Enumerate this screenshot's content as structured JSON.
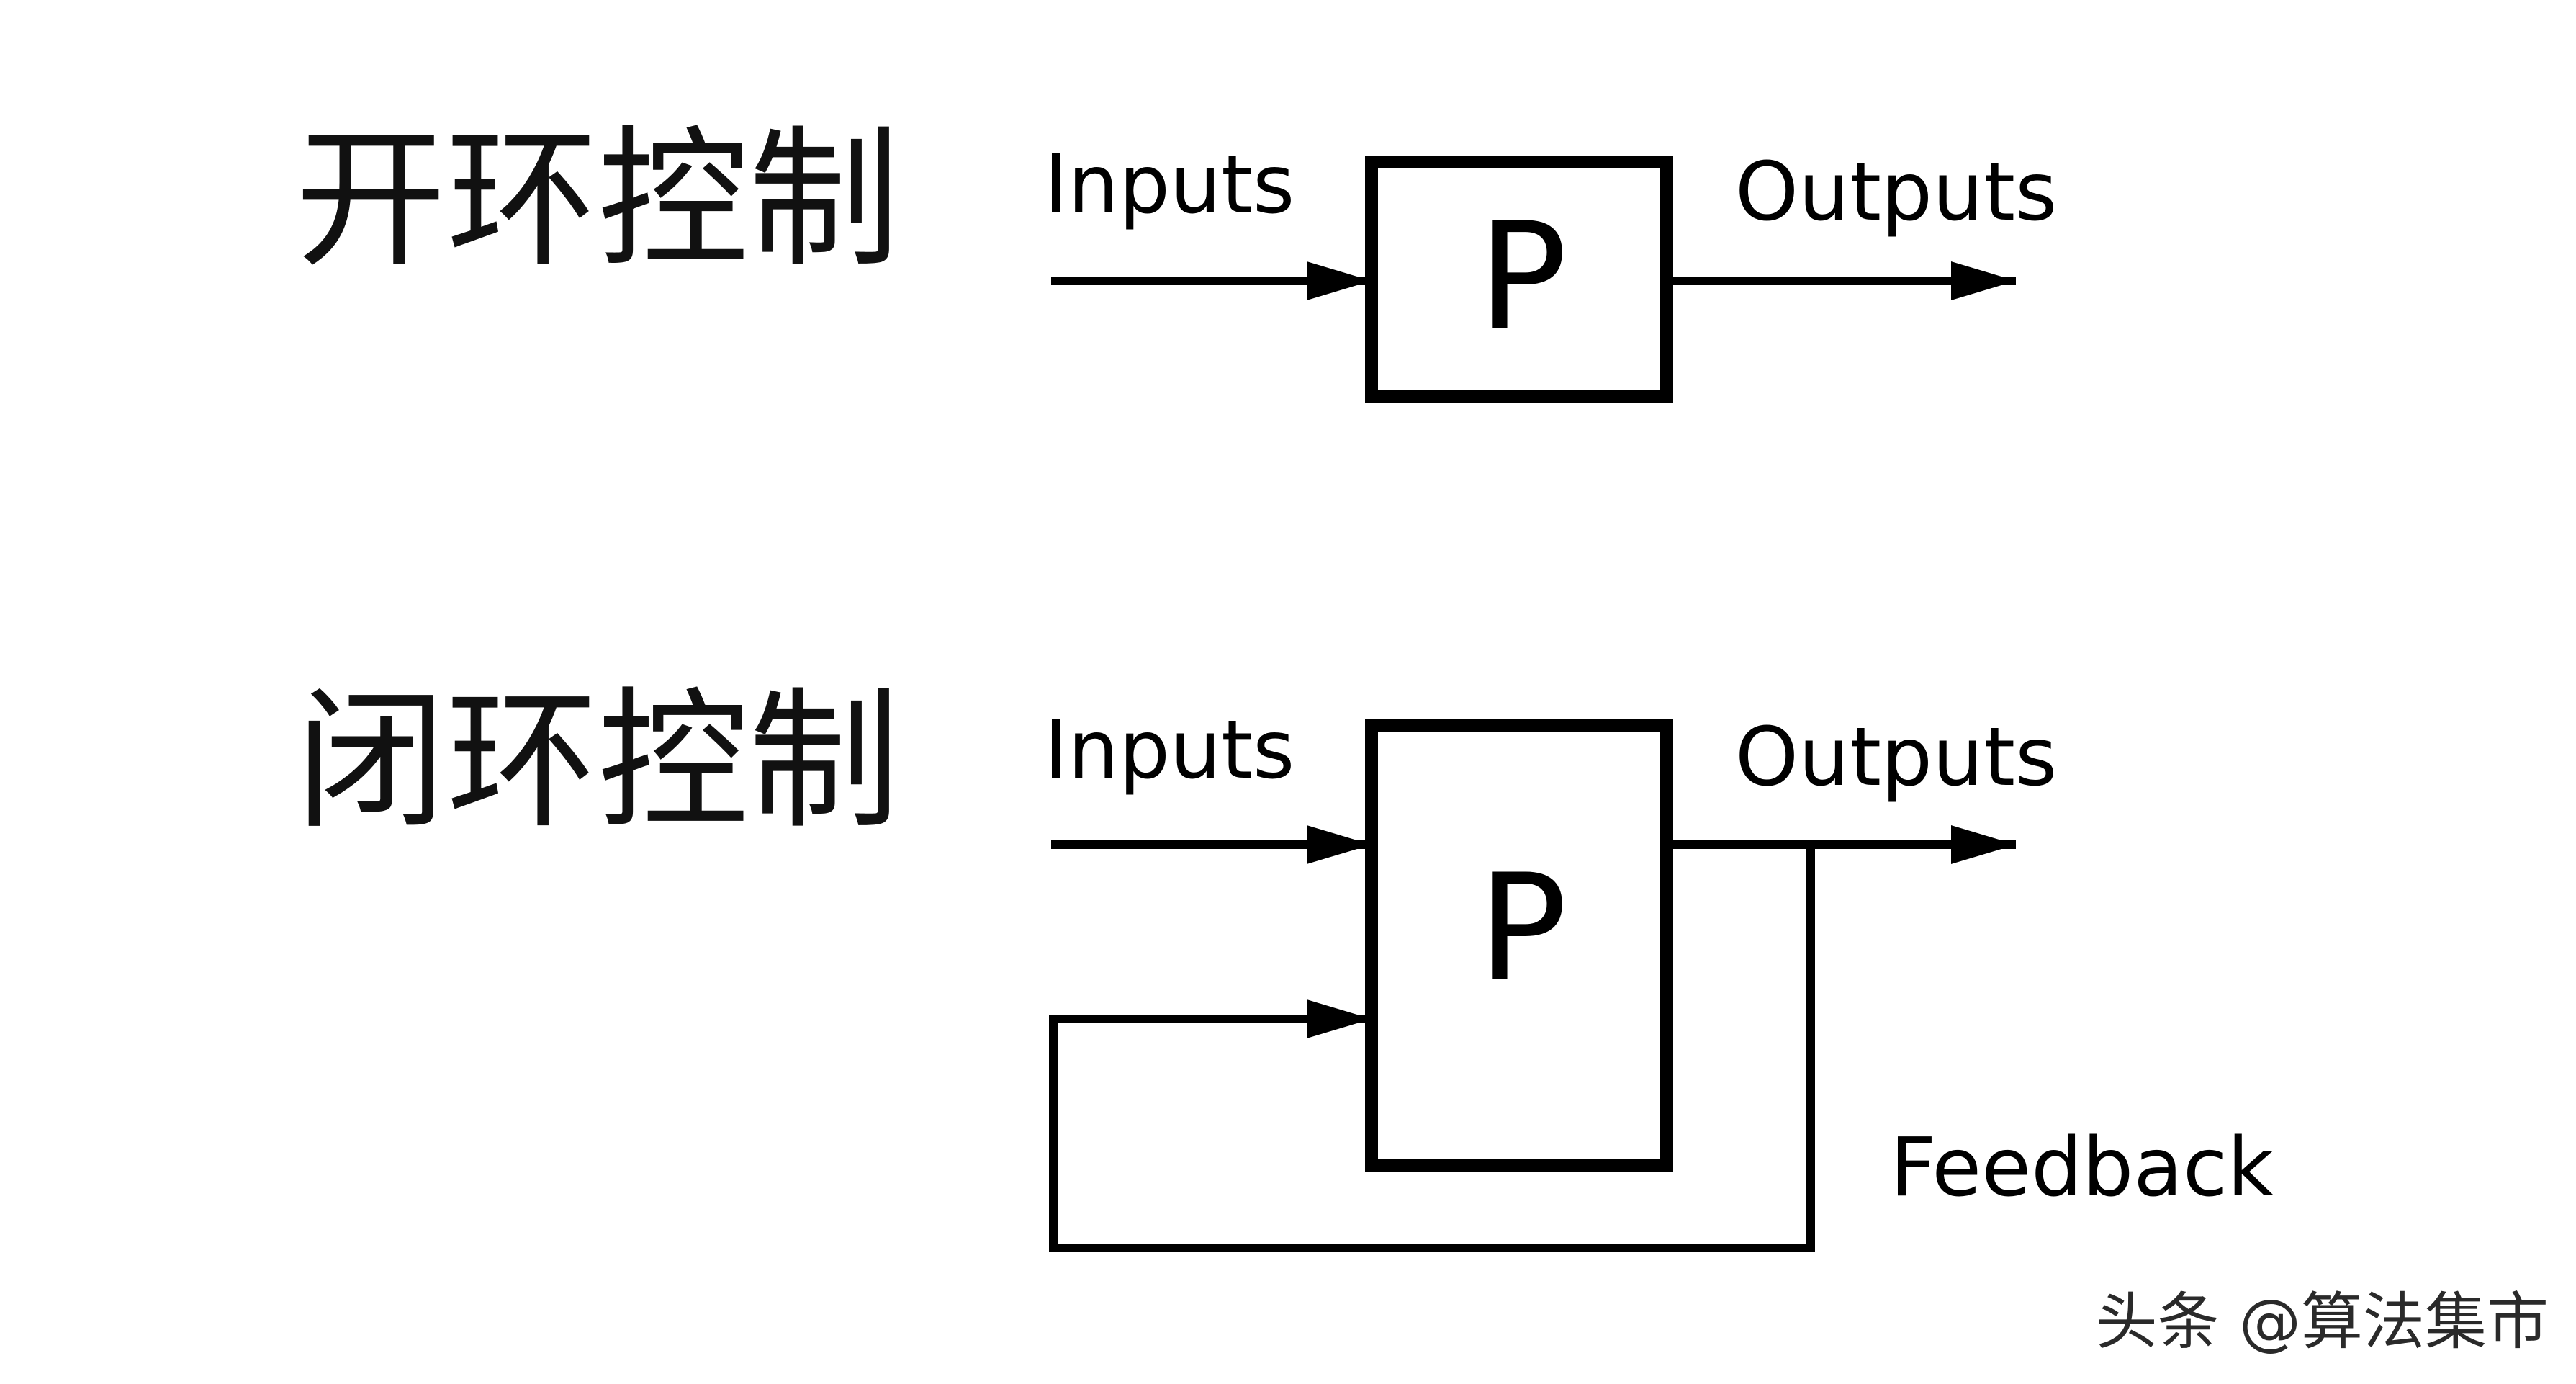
{
  "colors": {
    "line": "#000000",
    "background": "#ffffff",
    "text": "#000000"
  },
  "open_loop": {
    "title": "开环控制",
    "input_label": "Inputs",
    "output_label": "Outputs",
    "block_label": "P"
  },
  "closed_loop": {
    "title": "闭环控制",
    "input_label": "Inputs",
    "output_label": "Outputs",
    "block_label": "P",
    "feedback_label": "Feedback"
  },
  "watermark": "头条 @算法集市"
}
